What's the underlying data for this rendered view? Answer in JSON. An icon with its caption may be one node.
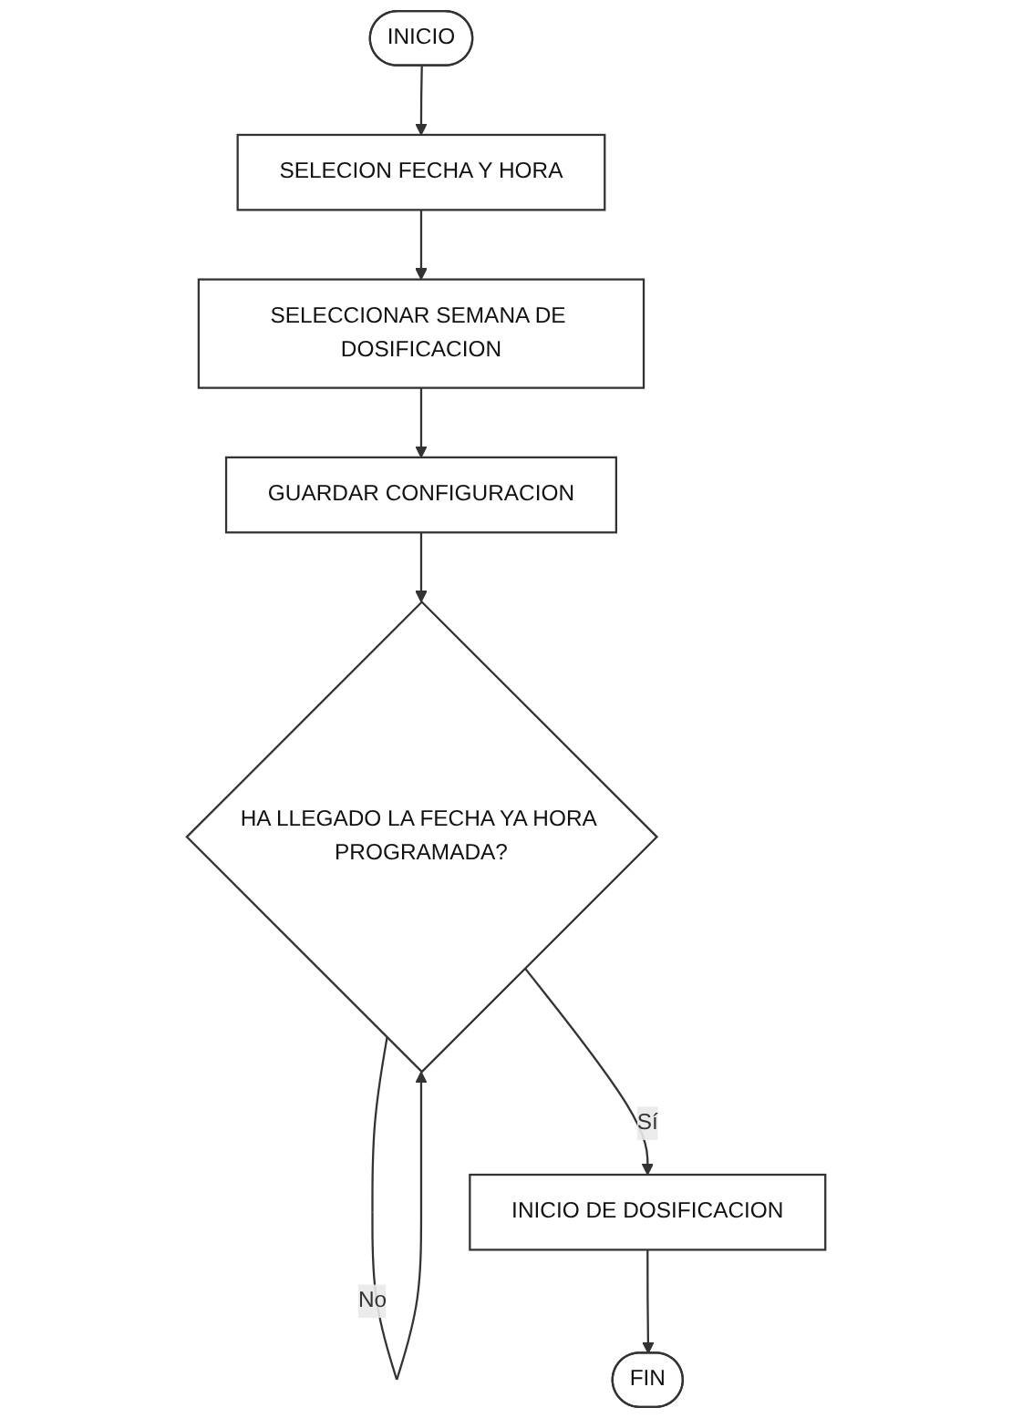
{
  "diagram": {
    "nodes": [
      {
        "text": [
          "INICIO"
        ]
      },
      {
        "text": [
          "SELECION FECHA Y HORA"
        ]
      },
      {
        "text": [
          "SELECCIONAR SEMANA DE DOSIFICACION"
        ]
      },
      {
        "text": [
          "GUARDAR CONFIGURACION"
        ]
      },
      {
        "text": [
          "HA LLEGADO LA FECHA YA HORA PROGRAMADA?"
        ]
      },
      {
        "text": [
          "INICIO DE DOSIFICACION"
        ]
      },
      {
        "text": [
          "FIN"
        ]
      }
    ],
    "edges": [
      {
        "from": 0,
        "to": 1,
        "arrow": "to"
      },
      {
        "from": 1,
        "to": 2,
        "arrow": "to"
      },
      {
        "from": 2,
        "to": 3,
        "arrow": "to"
      },
      {
        "from": 3,
        "to": 4,
        "arrow": "to"
      },
      {
        "from": 4,
        "to": 4,
        "arrow": "to",
        "label": "No"
      },
      {
        "from": 4,
        "to": 5,
        "arrow": "to",
        "label": "Sí"
      },
      {
        "from": 5,
        "to": 6,
        "arrow": "to"
      }
    ]
  }
}
